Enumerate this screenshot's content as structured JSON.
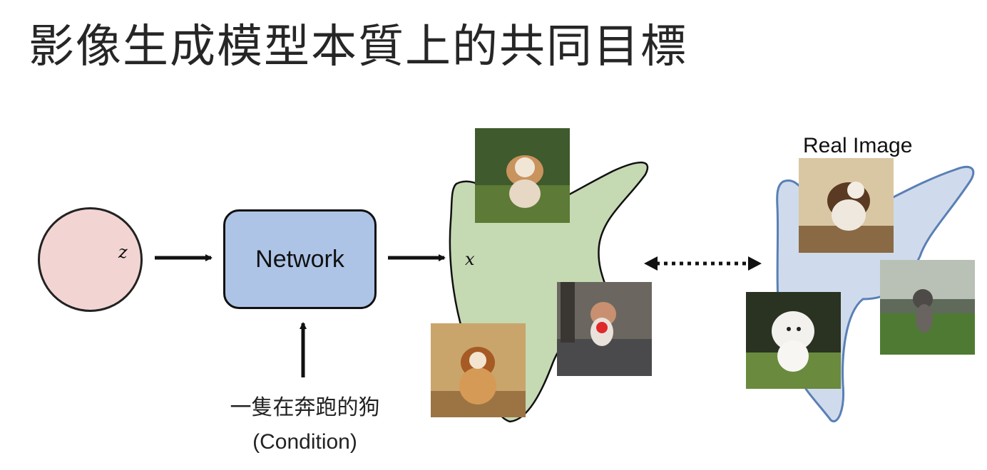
{
  "slide": {
    "title": "影像生成模型本質上的共同目標",
    "latent_label": "z",
    "network_label": "Network",
    "output_label": "x",
    "condition_text": "一隻在奔跑的狗",
    "condition_note": "(Condition)",
    "real_image_label": "Real Image"
  },
  "colors": {
    "latent_fill": "#f2d5d3",
    "network_fill": "#adc4e7",
    "generated_blob": "#c5d9b3",
    "real_blob": "#cfdbec",
    "real_blob_stroke": "#5a7fb5"
  },
  "images": {
    "generated": [
      "generated-dog-image",
      "generated-dog-image",
      "generated-dog-image"
    ],
    "real": [
      "real-dog-image",
      "real-dog-image",
      "real-dog-image"
    ]
  }
}
